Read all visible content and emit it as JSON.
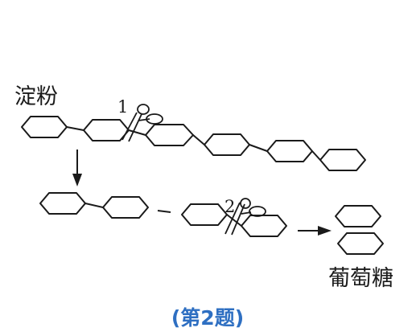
{
  "labels": {
    "starch": "淀粉",
    "glucose": "葡萄糖",
    "cut_1": "1",
    "cut_2": "2"
  },
  "caption": {
    "open": "(",
    "prefix": "第",
    "number": "2",
    "suffix": "题",
    "close": ")"
  },
  "colors": {
    "line": "#1a1a1a",
    "caption": "#2e6fc2"
  },
  "icons": {
    "scissors": "scissors-icon"
  }
}
